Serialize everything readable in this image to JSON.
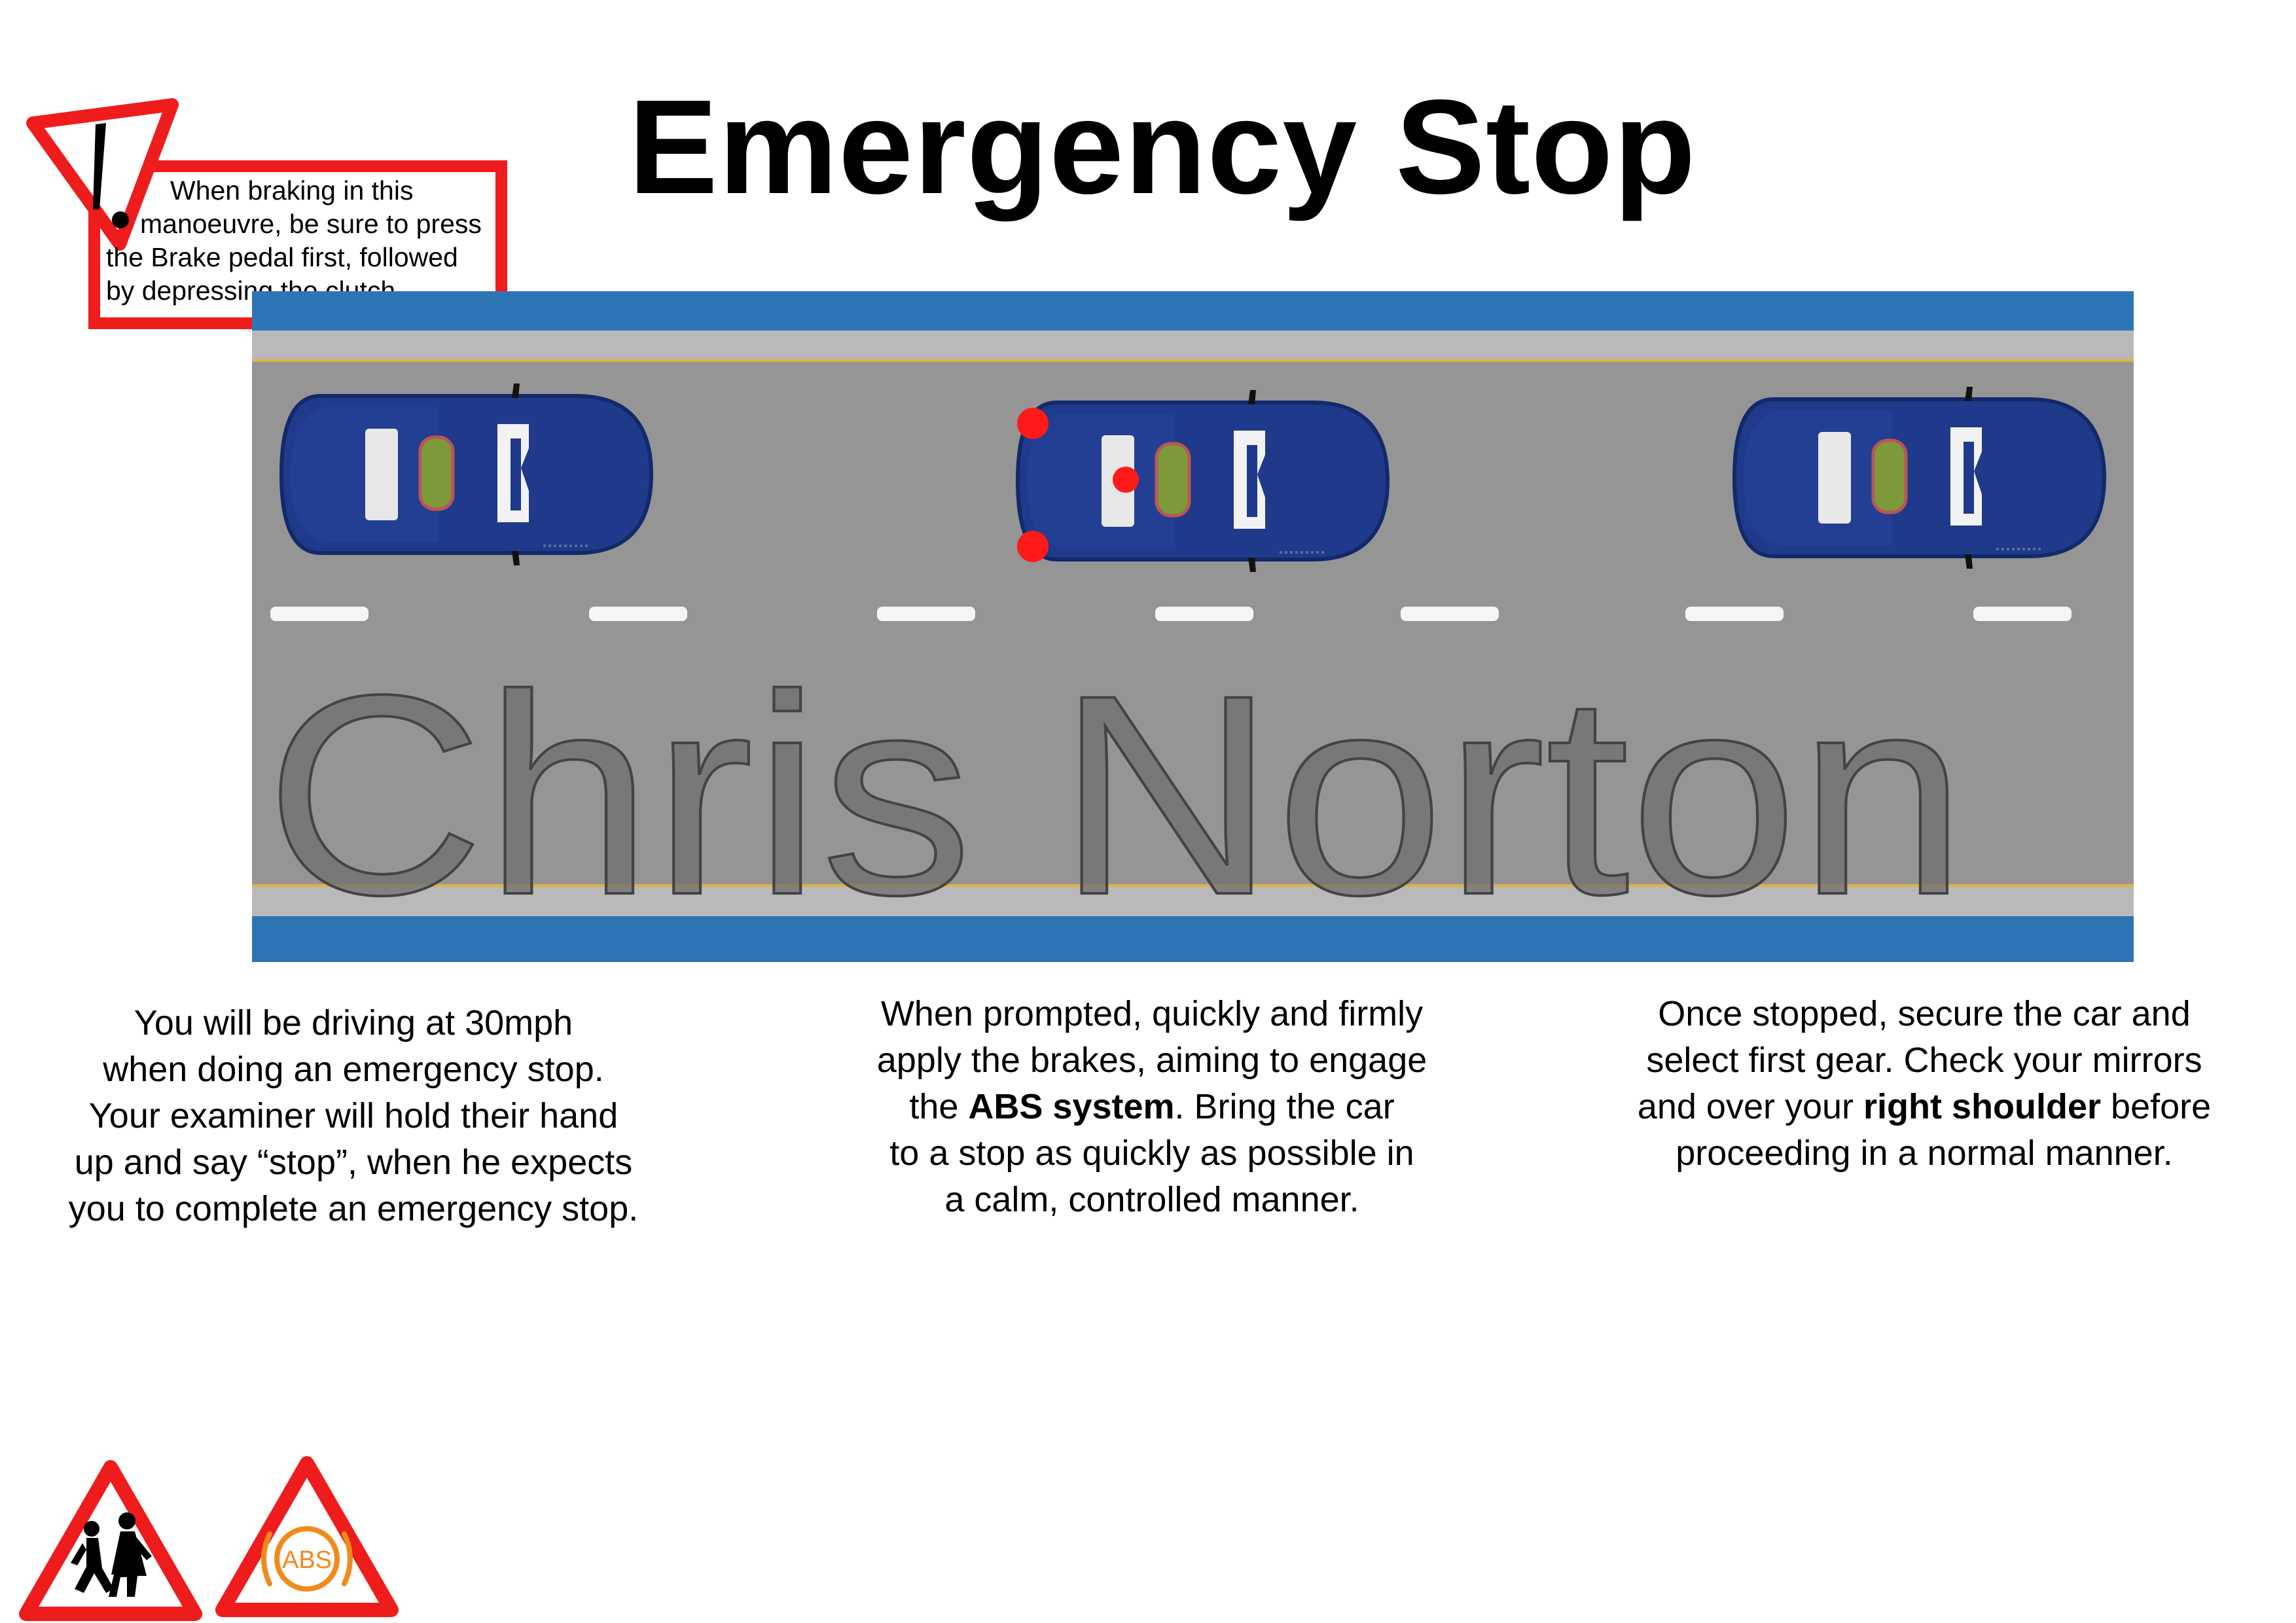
{
  "title": "Emergency Stop",
  "warning_note": {
    "lines": [
      "When braking in this",
      "manoeuvre, be sure to press",
      "the Brake pedal first, followed",
      "by depressing the clutch."
    ]
  },
  "watermark": "Chris Norton",
  "captions": {
    "left": {
      "lines": [
        "You will be driving at 30mph",
        "when doing an emergency stop.",
        "Your examiner will hold their hand",
        "up and say “stop”, when he expects",
        "you to complete an emergency stop."
      ]
    },
    "middle": {
      "line1": "When prompted, quickly and firmly",
      "line2": "apply the brakes, aiming to engage",
      "line3_pre": "the ",
      "line3_bold": "ABS system",
      "line3_post": ". Bring the car",
      "line4": "to a stop as quickly as possible in",
      "line5": "a calm, controlled manner."
    },
    "right": {
      "line1": "Once stopped, secure the car and",
      "line2": "select first gear. Check your mirrors",
      "line3_pre": "and over your ",
      "line3_bold": "right shoulder",
      "line3_post": " before",
      "line4": "proceeding in a normal manner."
    }
  },
  "signs": {
    "abs_label": "ABS"
  },
  "colors": {
    "warning_red": "#ee1c1c",
    "car_blue": "#1f3a8a",
    "road_grey": "#959595",
    "verge_blue": "#2e75b6",
    "brake_light": "#ff1a1a",
    "abs_orange": "#f08a1c"
  },
  "icons": {
    "warning": "exclamation-warning-triangle-icon",
    "children_crossing": "children-crossing-sign-icon",
    "abs_warning": "abs-warning-sign-icon"
  }
}
